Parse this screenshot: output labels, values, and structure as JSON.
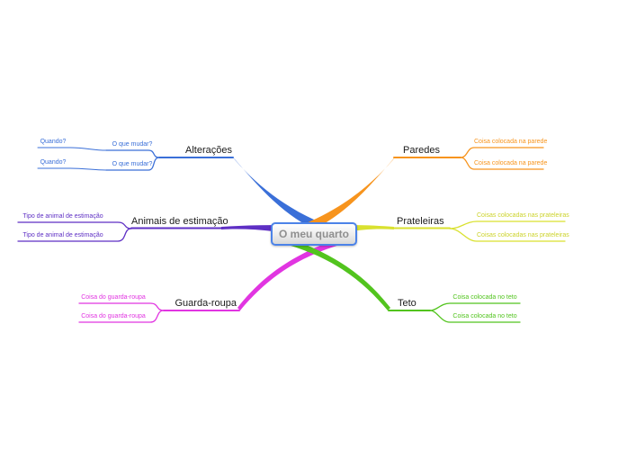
{
  "root": {
    "label": "O meu quarto",
    "border_color": "#4c83e8",
    "text_color": "#8f8f8f"
  },
  "branches": [
    {
      "id": "alteracoes",
      "label": "Alterações",
      "color": "#3a6fd8",
      "children": [
        {
          "label": "O que mudar?",
          "children": [
            {
              "label": "Quando?"
            }
          ]
        },
        {
          "label": "O que mudar?",
          "children": [
            {
              "label": "Quando?"
            }
          ]
        }
      ]
    },
    {
      "id": "animais-de-estimacao",
      "label": "Animais de estimação",
      "color": "#5e2fc4",
      "children": [
        {
          "label": "Tipo de animal de estimação"
        },
        {
          "label": "Tipo de animal de estimação"
        }
      ]
    },
    {
      "id": "guarda-roupa",
      "label": "Guarda-roupa",
      "color": "#e135e1",
      "children": [
        {
          "label": "Coisa do guarda-roupa"
        },
        {
          "label": "Coisa do guarda-roupa"
        }
      ]
    },
    {
      "id": "paredes",
      "label": "Paredes",
      "color": "#f7941d",
      "children": [
        {
          "label": "Coisa colocada na parede"
        },
        {
          "label": "Coisa colocada na parede"
        }
      ]
    },
    {
      "id": "prateleiras",
      "label": "Prateleiras",
      "color": "#d9e12f",
      "children": [
        {
          "label": "Coisas colocadas nas prateleiras"
        },
        {
          "label": "Coisas colocadas nas prateleiras"
        }
      ]
    },
    {
      "id": "teto",
      "label": "Teto",
      "color": "#52c41e",
      "children": [
        {
          "label": "Coisa colocada no teto"
        },
        {
          "label": "Coisa colocada no teto"
        }
      ]
    }
  ]
}
